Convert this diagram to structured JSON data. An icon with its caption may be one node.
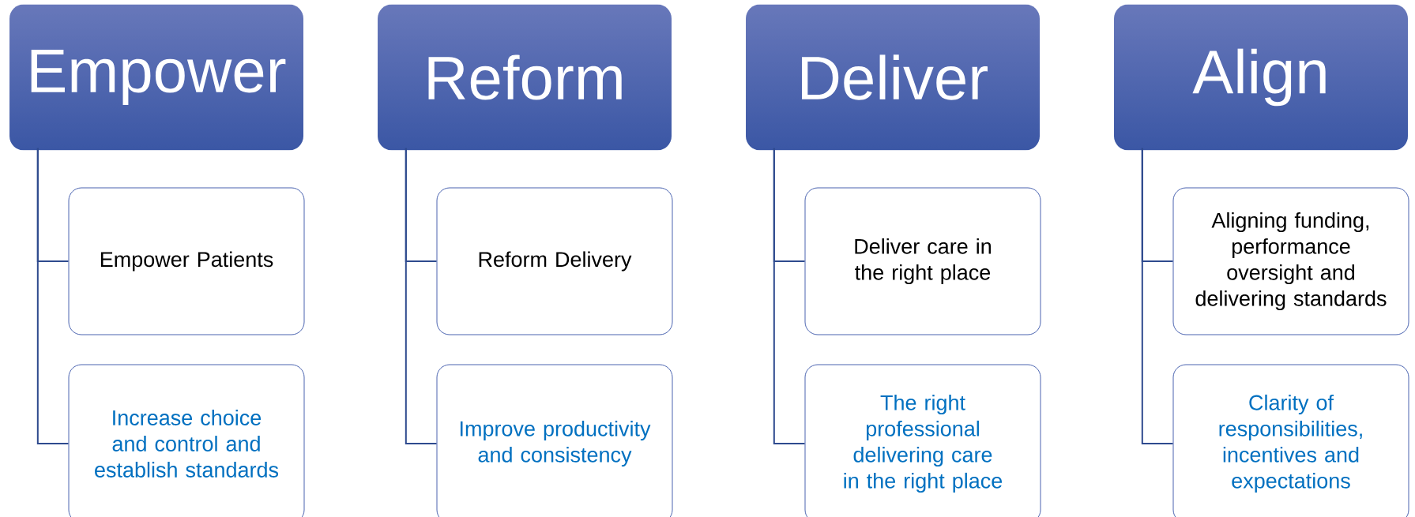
{
  "diagram": {
    "nodes": [
      {
        "text": [
          "Empower"
        ]
      },
      {
        "text": [
          "Empower Patients"
        ]
      },
      {
        "text": [
          "Increase choice and control and establish standards"
        ]
      },
      {
        "text": [
          "Reform"
        ]
      },
      {
        "text": [
          "Reform Delivery"
        ]
      },
      {
        "text": [
          "Improve productivity and consistency"
        ]
      },
      {
        "text": [
          "Deliver"
        ]
      },
      {
        "text": [
          "Deliver care in the right place"
        ]
      },
      {
        "text": [
          "The right professional delivering care in the right place"
        ]
      },
      {
        "text": [
          "Align"
        ]
      },
      {
        "text": [
          "Aligning funding, performance oversight and delivering standards"
        ]
      },
      {
        "text": [
          "Clarity of responsibilities, incentives and expectations"
        ]
      }
    ],
    "edges": [
      {
        "from": 0,
        "to": 1,
        "arrow": "none"
      },
      {
        "from": 0,
        "to": 2,
        "arrow": "none"
      },
      {
        "from": 3,
        "to": 4,
        "arrow": "none"
      },
      {
        "from": 3,
        "to": 5,
        "arrow": "none"
      },
      {
        "from": 6,
        "to": 7,
        "arrow": "none"
      },
      {
        "from": 6,
        "to": 8,
        "arrow": "none"
      },
      {
        "from": 9,
        "to": 10,
        "arrow": "none"
      },
      {
        "from": 9,
        "to": 11,
        "arrow": "none"
      }
    ]
  }
}
